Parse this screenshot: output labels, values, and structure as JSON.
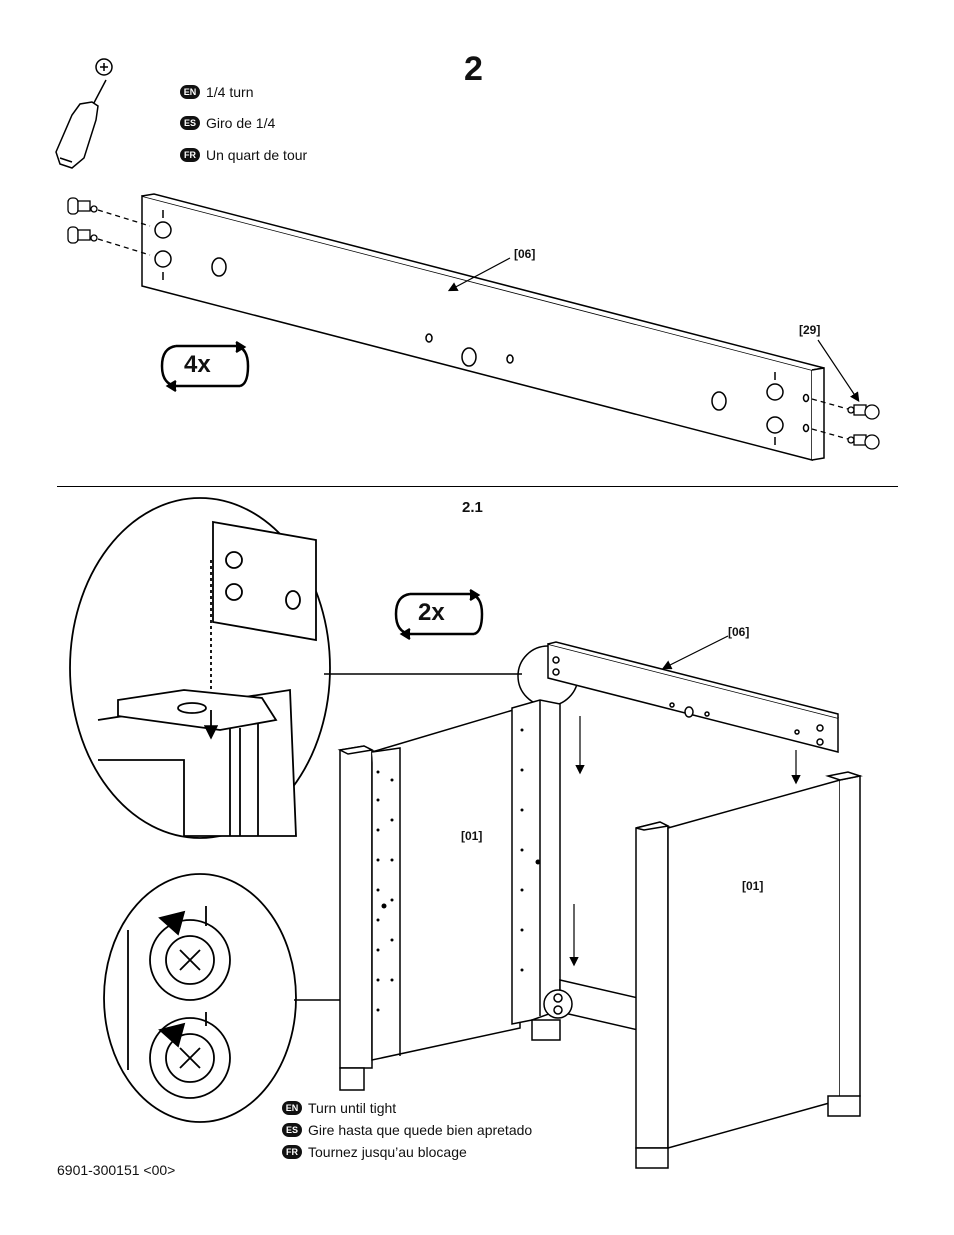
{
  "step": {
    "number": "2",
    "substep": "2.1"
  },
  "instruction_top": [
    {
      "lang": "EN",
      "text": "1/4 turn"
    },
    {
      "lang": "ES",
      "text": "Giro de 1/4"
    },
    {
      "lang": "FR",
      "text": "Un quart de tour"
    }
  ],
  "instruction_bottom": [
    {
      "lang": "EN",
      "text": "Turn until tight"
    },
    {
      "lang": "ES",
      "text": "Gire hasta que quede bien apretado"
    },
    {
      "lang": "FR",
      "text": "Tournez jusqu’au blocage"
    }
  ],
  "repeat": {
    "top": "4x",
    "bottom": "2x"
  },
  "parts": {
    "rail_top": "[06]",
    "cam_lock": "[29]",
    "rail_assembly": "[06]",
    "panel_left": "[01]",
    "panel_right": "[01]"
  },
  "footer": {
    "doc_code": "6901-300151 <00>"
  },
  "icons": [
    "screwdriver-icon",
    "cam-bolt-icon",
    "repeat-arrow-icon",
    "cam-lock-icon"
  ]
}
